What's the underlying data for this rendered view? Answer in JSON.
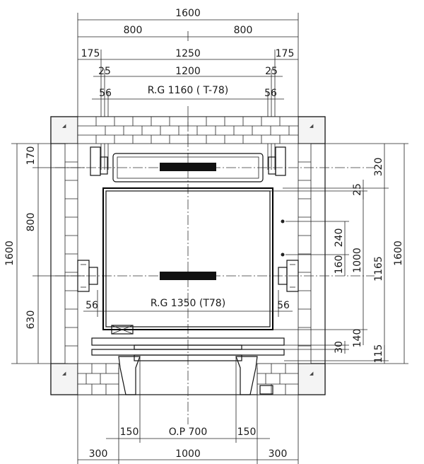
{
  "dims_top": {
    "overall": "1600",
    "half_left": "800",
    "half_right": "800",
    "side_left": "175",
    "middle": "1250",
    "side_right": "175",
    "rail_left": "25",
    "rail_span": "1200",
    "rail_right": "25",
    "gap_left": "56",
    "rail_gauge_top": "R.G 1160 ( T-78)",
    "gap_right": "56"
  },
  "dims_left": {
    "total": "1600",
    "top": "170",
    "mid": "800",
    "bottom": "630"
  },
  "dims_right": {
    "d320": "320",
    "d25": "25",
    "d240": "240",
    "d160": "160",
    "d1000": "1000",
    "d1165": "1165",
    "d1600": "1600",
    "d140": "140",
    "d30": "30",
    "d115": "115"
  },
  "dims_mid": {
    "gap_left": "56",
    "rail_gauge_car": "R.G 1350 (T78)",
    "gap_right": "56"
  },
  "dims_bottom": {
    "jamb_left": "150",
    "opening": "O.P 700",
    "jamb_right": "150",
    "wall_left": "300",
    "door_width": "1000",
    "wall_right": "300"
  }
}
